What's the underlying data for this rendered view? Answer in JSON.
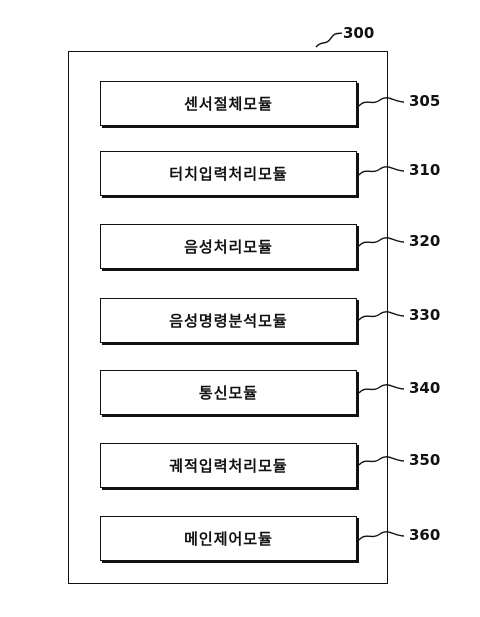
{
  "container": {
    "ref": "300"
  },
  "modules": [
    {
      "label": "센서절체모듈",
      "ref": "305"
    },
    {
      "label": "터치입력처리모듈",
      "ref": "310"
    },
    {
      "label": "음성처리모듈",
      "ref": "320"
    },
    {
      "label": "음성명령분석모듈",
      "ref": "330"
    },
    {
      "label": "통신모듈",
      "ref": "340"
    },
    {
      "label": "궤적입력처리모듈",
      "ref": "350"
    },
    {
      "label": "메인제어모듈",
      "ref": "360"
    }
  ]
}
